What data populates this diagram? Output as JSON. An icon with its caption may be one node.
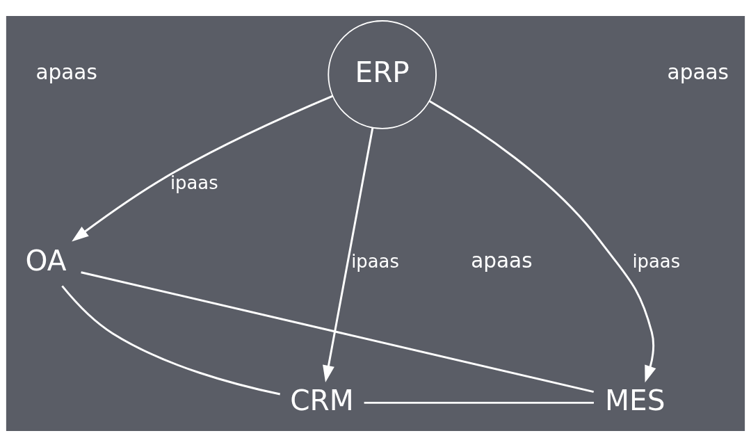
{
  "diagram": {
    "nodes": [
      {
        "text": [
          "OA"
        ]
      },
      {
        "text": [
          "ERP"
        ]
      },
      {
        "text": [
          "CRM"
        ]
      },
      {
        "text": [
          "MES"
        ]
      }
    ],
    "edges": [
      {
        "from": 0,
        "to": 2,
        "arrow": "none"
      },
      {
        "from": 2,
        "to": 3,
        "arrow": "none"
      },
      {
        "from": 3,
        "to": 0,
        "arrow": "none"
      },
      {
        "from": 1,
        "to": 0,
        "arrow": "to",
        "label": "ipaas"
      },
      {
        "from": 1,
        "to": 2,
        "arrow": "to",
        "label": "ipaas"
      },
      {
        "from": 1,
        "to": 3,
        "arrow": "to",
        "label": "ipaas"
      }
    ],
    "labels": [
      "apaas",
      "apaas",
      "apaas"
    ]
  }
}
